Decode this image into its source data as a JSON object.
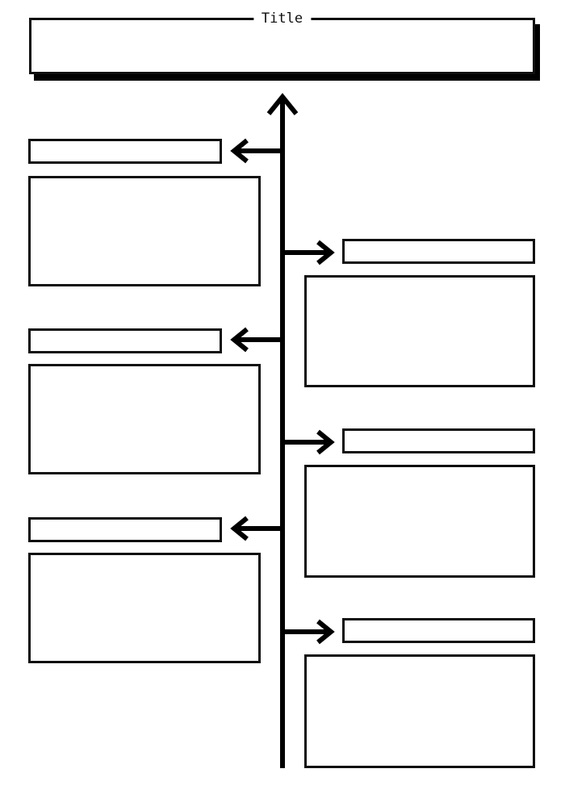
{
  "title": {
    "label": "Title"
  },
  "colors": {
    "ink": "#000000",
    "box_border": "#0f0f0f",
    "background": "#ffffff",
    "title_shadow": "#000000"
  },
  "timeline": {
    "axis": {
      "direction": "up",
      "arrowhead": "open"
    },
    "left_entries": [
      {
        "label": "",
        "body": ""
      },
      {
        "label": "",
        "body": ""
      },
      {
        "label": "",
        "body": ""
      }
    ],
    "right_entries": [
      {
        "label": "",
        "body": ""
      },
      {
        "label": "",
        "body": ""
      },
      {
        "label": "",
        "body": ""
      }
    ]
  }
}
